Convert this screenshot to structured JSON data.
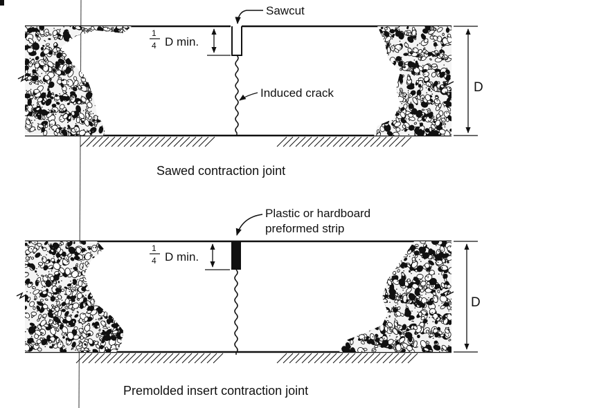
{
  "top_diagram": {
    "sawcut_label": "Sawcut",
    "depth_num": "1",
    "depth_den": "4",
    "depth_text": "D min.",
    "crack_label": "Induced crack",
    "dim_label": "D",
    "caption": "Sawed contraction joint"
  },
  "bottom_diagram": {
    "strip_label_line1": "Plastic or hardboard",
    "strip_label_line2": "preformed strip",
    "depth_num": "1",
    "depth_den": "4",
    "depth_text": "D min.",
    "dim_label": "D",
    "caption": "Premolded insert contraction joint"
  },
  "colors": {
    "ink": "#111111",
    "paper": "#ffffff"
  }
}
